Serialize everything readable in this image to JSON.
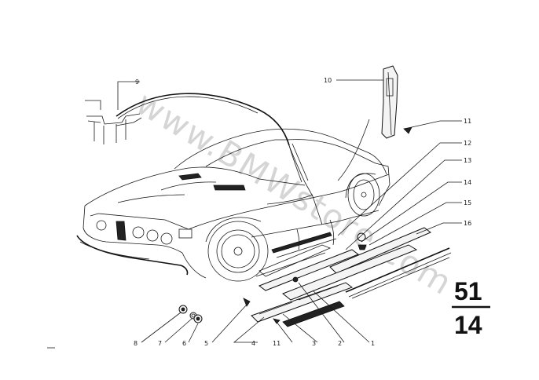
{
  "diagram": {
    "watermark": "www.BMWstore.com",
    "group_code": {
      "top": "51",
      "bottom": "14"
    },
    "callouts": [
      "1",
      "2",
      "3",
      "4",
      "5",
      "6",
      "7",
      "8",
      "9",
      "10",
      "11",
      "11",
      "12",
      "13",
      "14",
      "15",
      "16"
    ]
  }
}
